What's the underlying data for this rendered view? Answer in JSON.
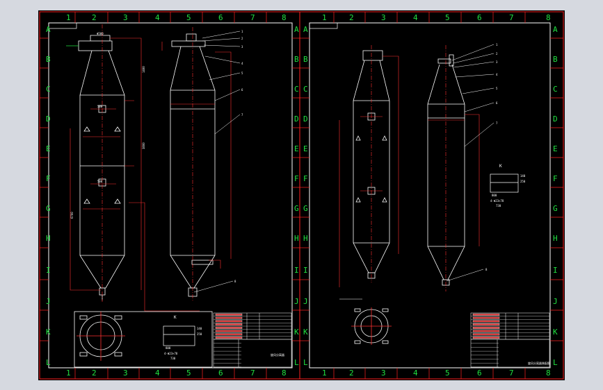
{
  "colors": {
    "background": "#000000",
    "frame": "#ff2020",
    "geometry": "#ffffff",
    "dimension": "#ff3030",
    "text": "#20e040",
    "center": "#ff3030",
    "accent": "#ffff00"
  },
  "grid": {
    "columns": [
      "1",
      "2",
      "3",
      "4",
      "5",
      "6",
      "7",
      "8"
    ],
    "rows": [
      "A",
      "B",
      "C",
      "D",
      "E",
      "F",
      "G",
      "H",
      "I",
      "J",
      "K",
      "L"
    ]
  },
  "sheets": [
    {
      "detail_label": "K",
      "detail_dims": [
        "140",
        "250",
        "800",
        "4-Φ23×78",
        "730"
      ],
      "leaders": [
        "1",
        "2",
        "3",
        "4",
        "5",
        "6",
        "7",
        "8"
      ],
      "title": "旋风分离器"
    },
    {
      "detail_label": "K",
      "detail_dims": [
        "140",
        "250",
        "800",
        "4-Φ23×78",
        "730"
      ],
      "leaders": [
        "1",
        "2",
        "3",
        "4",
        "5",
        "6",
        "7",
        "8"
      ],
      "title": "旋风分离器装配图"
    }
  ]
}
